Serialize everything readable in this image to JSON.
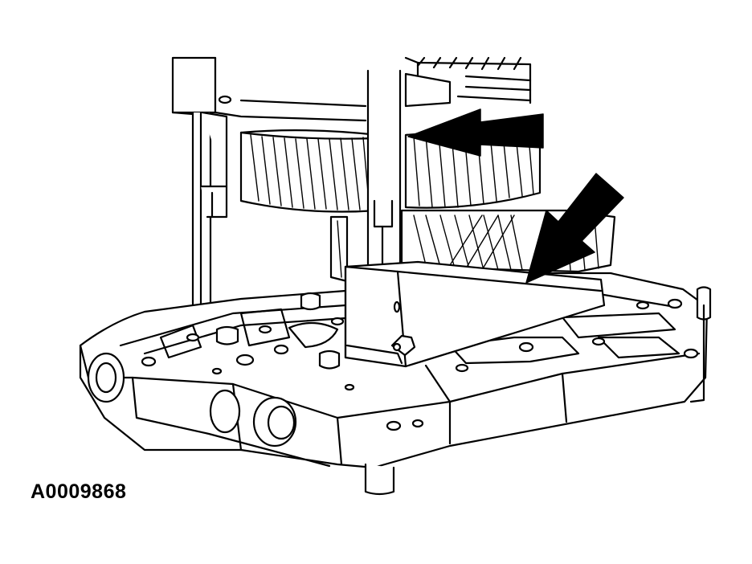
{
  "figure": {
    "id": "A0009868"
  },
  "colors": {
    "line": "#000000",
    "fill": "#ffffff",
    "arrow": "#000000"
  },
  "callouts": [
    {
      "icon": "arrow-left-icon",
      "meaning": "direction-of-force"
    },
    {
      "icon": "arrow-down-left-icon",
      "meaning": "tool-contact-point"
    }
  ]
}
